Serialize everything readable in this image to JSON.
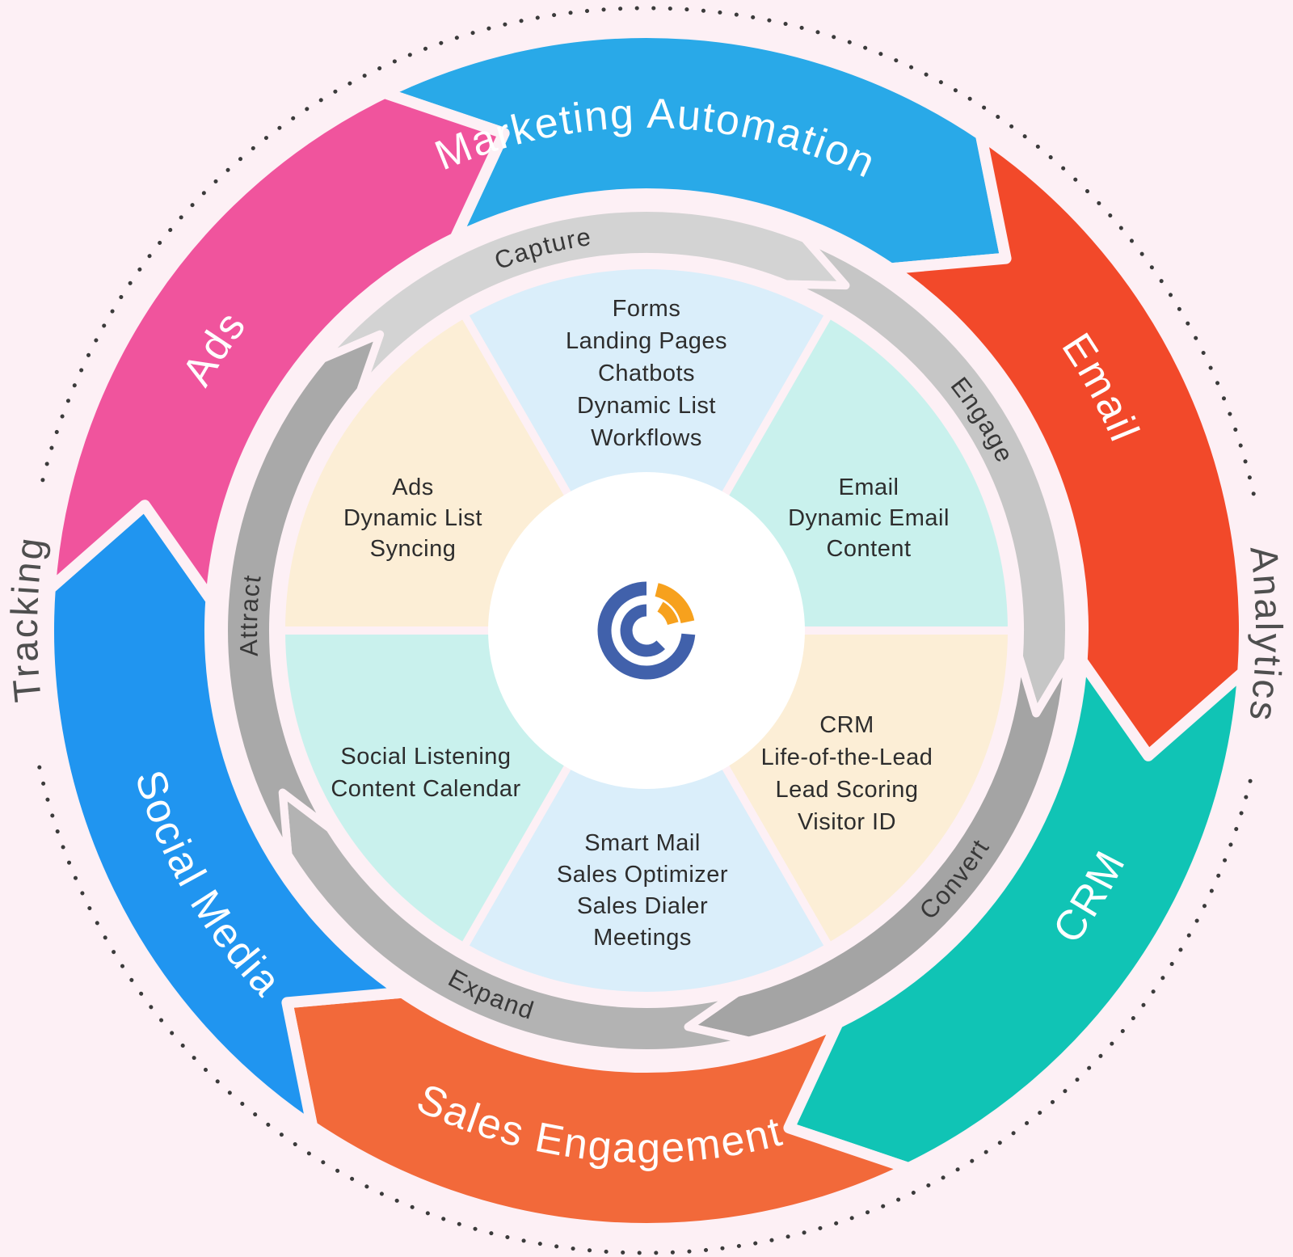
{
  "title": "Marketing platform lifecycle wheel",
  "colors": {
    "background": "#fdf0f5",
    "outer_label_text": "#ffffff",
    "cycle_label_text": "#383838",
    "pie_text": "#2d2d2d",
    "rim_text": "#4f4f4f",
    "logo_blue": "#4161ab",
    "logo_orange": "#f7a11d"
  },
  "rim_labels": {
    "left": "Tracking",
    "right": "Analytics"
  },
  "outer_ring": {
    "segments": [
      {
        "id": "marketing-automation",
        "label": "Marketing Automation",
        "color": "#29a9e8"
      },
      {
        "id": "email",
        "label": "Email",
        "color": "#f2492a"
      },
      {
        "id": "crm",
        "label": "CRM",
        "color": "#10c4b5"
      },
      {
        "id": "sales-engagement",
        "label": "Sales Engagement",
        "color": "#f2693a"
      },
      {
        "id": "social-media",
        "label": "Social Media",
        "color": "#2095f0"
      },
      {
        "id": "ads",
        "label": "Ads",
        "color": "#f0549d"
      }
    ]
  },
  "cycle_ring": {
    "segments": [
      {
        "id": "capture",
        "label": "Capture",
        "color": "#d3d3d3"
      },
      {
        "id": "engage",
        "label": "Engage",
        "color": "#c6c6c6"
      },
      {
        "id": "convert",
        "label": "Convert",
        "color": "#a4a4a4"
      },
      {
        "id": "expand",
        "label": "Expand",
        "color": "#b3b3b3"
      },
      {
        "id": "attract",
        "label": "Attract",
        "color": "#a9a9a9"
      }
    ]
  },
  "pie": {
    "sectors": [
      {
        "id": "capture-tools",
        "color": "#daeefa",
        "lines": [
          "Forms",
          "Landing Pages",
          "Chatbots",
          "Dynamic List",
          "Workflows"
        ]
      },
      {
        "id": "engage-tools",
        "color": "#c9f1ed",
        "lines": [
          "Email",
          "Dynamic Email",
          "Content"
        ]
      },
      {
        "id": "convert-tools",
        "color": "#fceed6",
        "lines": [
          "CRM",
          "Life-of-the-Lead",
          "Lead Scoring",
          "Visitor ID"
        ]
      },
      {
        "id": "expand-tools",
        "color": "#daeefa",
        "lines": [
          "Smart Mail",
          "Sales Optimizer",
          "Sales Dialer",
          "Meetings"
        ]
      },
      {
        "id": "attract-tools",
        "color": "#c9f1ed",
        "lines": [
          "Social Listening",
          "Content Calendar"
        ]
      },
      {
        "id": "ads-tools",
        "color": "#fceed6",
        "lines": [
          "Ads",
          "Dynamic List",
          "Syncing"
        ]
      }
    ]
  }
}
